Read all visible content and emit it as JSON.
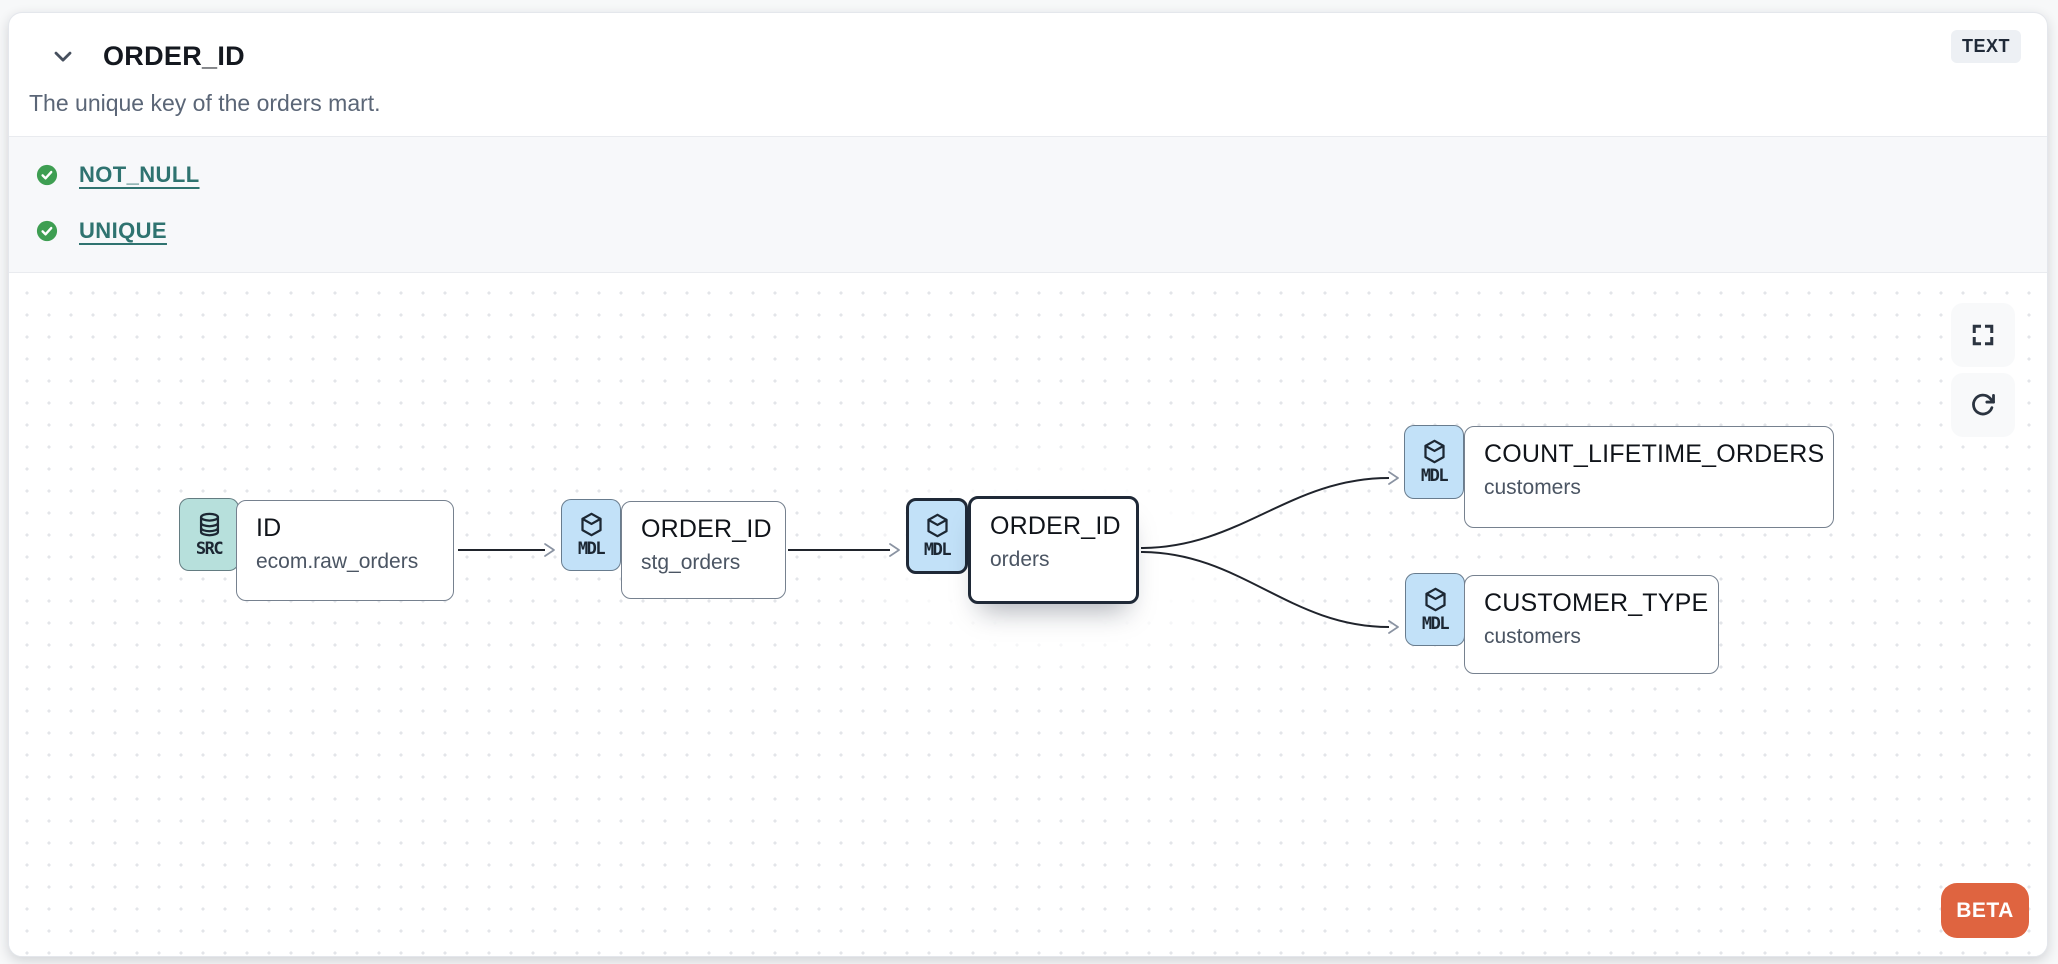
{
  "header": {
    "collapse_icon": "chevron-down",
    "title": "ORDER_ID",
    "type_badge": "TEXT",
    "description": "The unique key of the orders mart."
  },
  "tests": {
    "items": [
      {
        "name": "NOT_NULL",
        "status": "passed",
        "status_icon": "check-circle"
      },
      {
        "name": "UNIQUE",
        "status": "passed",
        "status_icon": "check-circle"
      }
    ]
  },
  "lineage": {
    "nodes": [
      {
        "badge": "SRC",
        "badge_icon": "database",
        "title": "ID",
        "subtitle": "ecom.raw_orders",
        "selected": false
      },
      {
        "badge": "MDL",
        "badge_icon": "cube",
        "title": "ORDER_ID",
        "subtitle": "stg_orders",
        "selected": false
      },
      {
        "badge": "MDL",
        "badge_icon": "cube",
        "title": "ORDER_ID",
        "subtitle": "orders",
        "selected": true
      },
      {
        "badge": "MDL",
        "badge_icon": "cube",
        "title": "COUNT_LIFETIME_ORDERS",
        "subtitle": "customers",
        "selected": false
      },
      {
        "badge": "MDL",
        "badge_icon": "cube",
        "title": "CUSTOMER_TYPE",
        "subtitle": "customers",
        "selected": false
      }
    ],
    "edges": [
      {
        "from": "ID / ecom.raw_orders",
        "to": "ORDER_ID / stg_orders"
      },
      {
        "from": "ORDER_ID / stg_orders",
        "to": "ORDER_ID / orders"
      },
      {
        "from": "ORDER_ID / orders",
        "to": "COUNT_LIFETIME_ORDERS / customers"
      },
      {
        "from": "ORDER_ID / orders",
        "to": "CUSTOMER_TYPE / customers"
      }
    ],
    "controls": {
      "fullscreen_icon": "fullscreen",
      "refresh_icon": "refresh"
    },
    "beta_label": "BETA"
  },
  "colors": {
    "src_badge": "#b7e0dc",
    "mdl_badge": "#c2e1f8",
    "beta_orange": "#df6440",
    "check_green": "#3e9e52",
    "test_link_teal": "#2f7370",
    "selected_border": "#1f2937",
    "edge_line": "#20242c"
  }
}
